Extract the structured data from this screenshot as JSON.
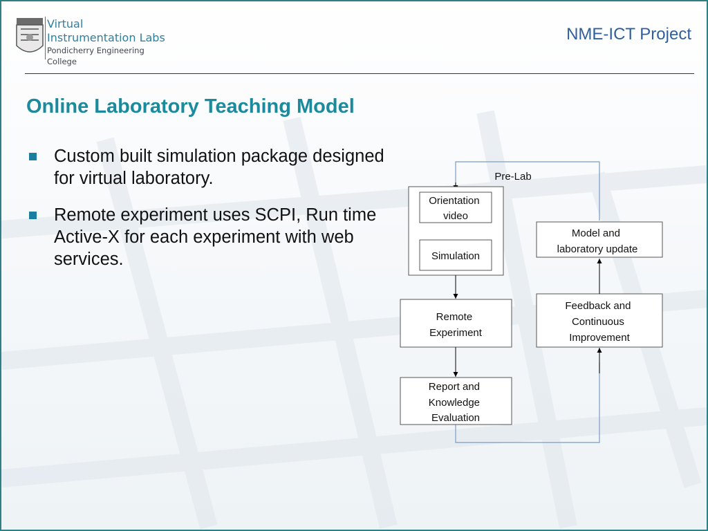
{
  "header": {
    "logo": {
      "line1": "Virtual",
      "line2": "Instrumentation Labs",
      "line3": "Pondicherry Engineering College"
    },
    "project": "NME-ICT Project"
  },
  "slide": {
    "title": "Online Laboratory Teaching Model",
    "bullets": [
      "Custom built simulation package designed for virtual laboratory.",
      "Remote experiment uses SCPI, Run time Active-X for each experiment with web services."
    ]
  },
  "diagram": {
    "pre_lab_label": "Pre-Lab",
    "nodes": {
      "orientation": [
        "Orientation",
        "video"
      ],
      "simulation": [
        "Simulation"
      ],
      "remote": [
        "Remote",
        "Experiment"
      ],
      "report": [
        "Report and",
        "Knowledge",
        "Evaluation"
      ],
      "model": [
        "Model and",
        "laboratory update"
      ],
      "feedback": [
        "Feedback and",
        "Continuous",
        "Improvement"
      ]
    },
    "colors": {
      "loop_line": "#7a9cc4",
      "box_border": "#555555",
      "arrow": "#000000"
    }
  },
  "theme": {
    "frame": "#2e7f86",
    "title": "#1b8a9c",
    "bullet": "#1b7ea0",
    "project_text": "#2f5fa0"
  }
}
